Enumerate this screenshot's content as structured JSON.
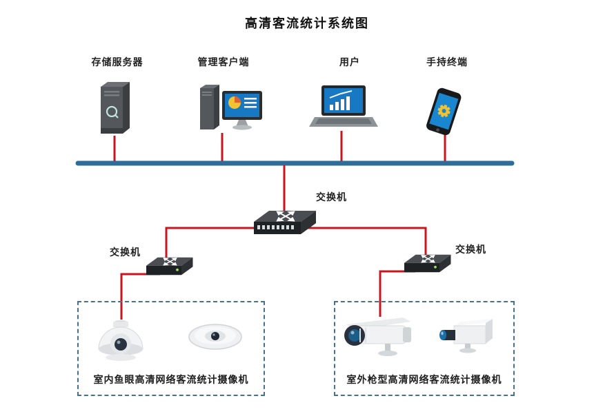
{
  "title": "高清客流统计系统图",
  "top_devices": [
    {
      "label": "存储服务器",
      "icon": "server-tower-icon"
    },
    {
      "label": "管理客户端",
      "icon": "desktop-pc-icon"
    },
    {
      "label": "用户",
      "icon": "laptop-icon"
    },
    {
      "label": "手持终端",
      "icon": "smartphone-icon"
    }
  ],
  "switches": {
    "core_label": "交换机",
    "left_label": "交换机",
    "right_label": "交换机"
  },
  "camera_groups": [
    {
      "caption": "室内鱼眼高清网络客流统计摄像机",
      "cameras": [
        "dome-camera-icon",
        "fisheye-camera-icon"
      ]
    },
    {
      "caption": "室外枪型高清网络客流统计摄像机",
      "cameras": [
        "bullet-camera-icon",
        "box-camera-icon"
      ]
    }
  ],
  "colors": {
    "bus_line": "#2e6d99",
    "link_line": "#c9151e",
    "group_border": "#45718f"
  }
}
